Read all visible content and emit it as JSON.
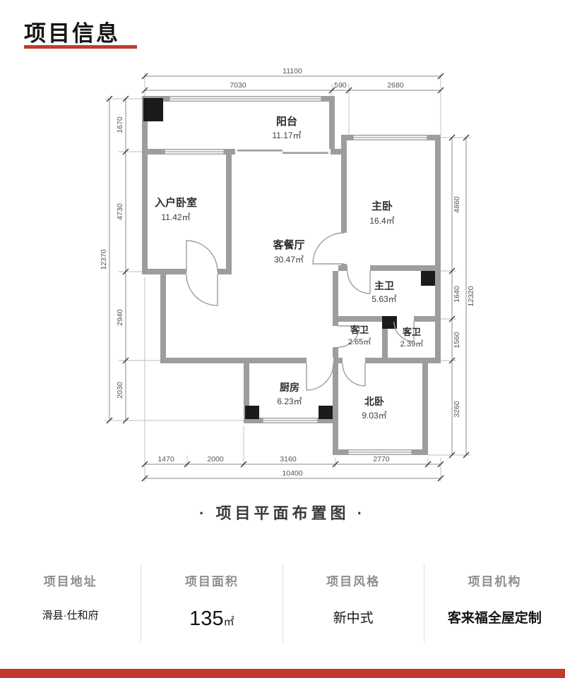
{
  "header": {
    "title": "项目信息"
  },
  "caption": "· 项目平面布置图 ·",
  "plan": {
    "rooms": {
      "balcony": {
        "name": "阳台",
        "area": "11.17㎡"
      },
      "entry_bedroom": {
        "name": "入户卧室",
        "area": "11.42㎡"
      },
      "master_bedroom": {
        "name": "主卧",
        "area": "16.4㎡"
      },
      "living_dining": {
        "name": "客餐厅",
        "area": "30.47㎡"
      },
      "master_bath": {
        "name": "主卫",
        "area": "5.63㎡"
      },
      "guest_bath_1": {
        "name": "客卫",
        "area": "2.65㎡"
      },
      "guest_bath_2": {
        "name": "客卫",
        "area": "2.39㎡"
      },
      "kitchen": {
        "name": "厨房",
        "area": "6.23㎡"
      },
      "north_bedroom": {
        "name": "北卧",
        "area": "9.03㎡"
      }
    },
    "dims": {
      "top_total": "11100",
      "top_1": "7030",
      "top_2": "590",
      "top_3": "2680",
      "left_total": "12370",
      "left_1": "1670",
      "left_2": "4730",
      "left_3": "2940",
      "left_4": "2030",
      "right_total": "12320",
      "right_1": "4860",
      "right_2": "1640",
      "right_3": "1560",
      "right_4": "3260",
      "bottom_total": "10400",
      "bottom_1": "1470",
      "bottom_2": "2000",
      "bottom_3": "3160",
      "bottom_4": "2770"
    }
  },
  "info": {
    "address": {
      "label": "项目地址",
      "value": "滑县·仕和府"
    },
    "area": {
      "label": "项目面积",
      "value": "135",
      "unit": "㎡"
    },
    "style": {
      "label": "项目风格",
      "value": "新中式"
    },
    "agency": {
      "label": "项目机构",
      "value": "客来福全屋定制"
    }
  },
  "colors": {
    "accent": "#c13a2e",
    "wall": "#9d9d9d",
    "column": "#1b1b1b"
  }
}
